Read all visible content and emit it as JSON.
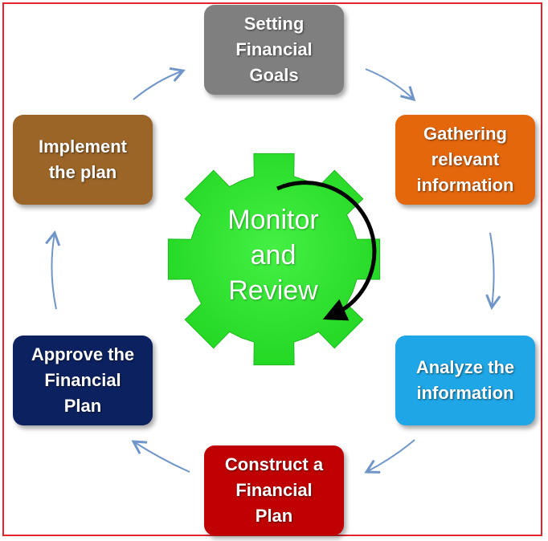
{
  "center": {
    "label": "Monitor\nand\nReview",
    "color": "#2ee62e"
  },
  "steps": [
    {
      "label": "Setting\nFinancial\nGoals",
      "color": "#7f7f7f"
    },
    {
      "label": "Gathering\nrelevant\ninformation",
      "color": "#e4670c"
    },
    {
      "label": "Analyze the\ninformation",
      "color": "#1fa6e6"
    },
    {
      "label": "Construct a\nFinancial\nPlan",
      "color": "#c00000"
    },
    {
      "label": "Approve the\nFinancial\nPlan",
      "color": "#0c2260"
    },
    {
      "label": "Implement\nthe plan",
      "color": "#9b6528"
    }
  ],
  "border_color": "#e3242b",
  "arrow_color": "#6f95c9"
}
